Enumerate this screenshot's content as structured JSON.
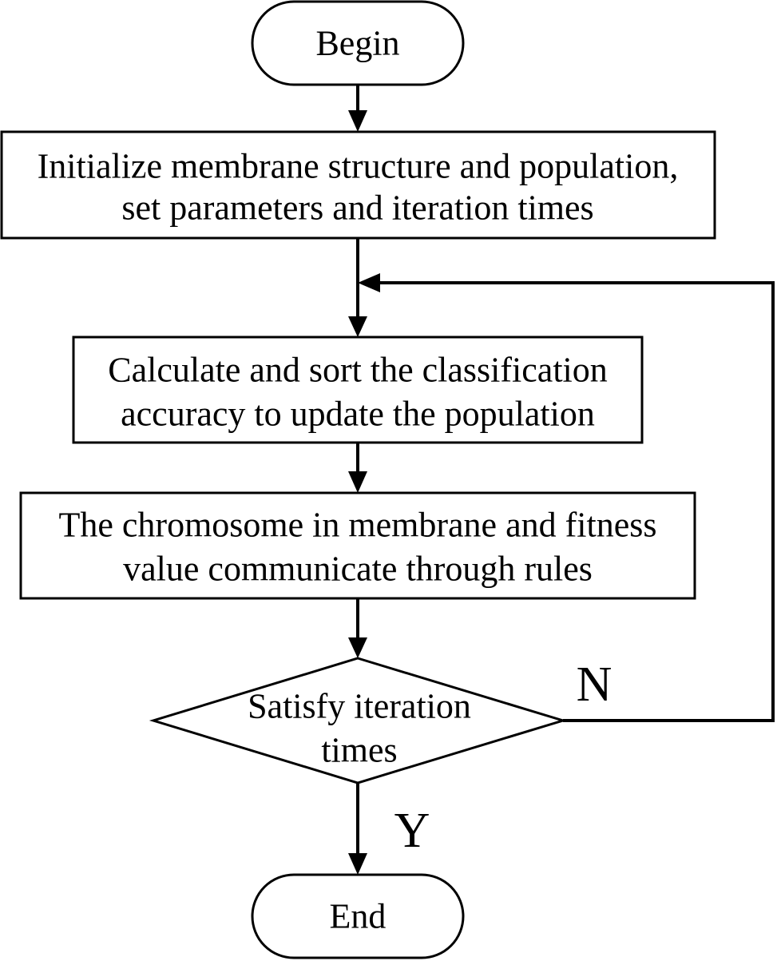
{
  "flowchart": {
    "start": {
      "label": "Begin"
    },
    "initialize": {
      "line1": "Initialize membrane structure and population,",
      "line2": "set parameters and iteration times"
    },
    "calculate": {
      "line1": "Calculate and sort the classification",
      "line2": "accuracy to update the population"
    },
    "communicate": {
      "line1": "The chromosome in membrane and fitness",
      "line2": "value communicate through rules"
    },
    "decision": {
      "line1": "Satisfy iteration",
      "line2": "times",
      "no_label": "N",
      "yes_label": "Y"
    },
    "end": {
      "label": "End"
    }
  }
}
